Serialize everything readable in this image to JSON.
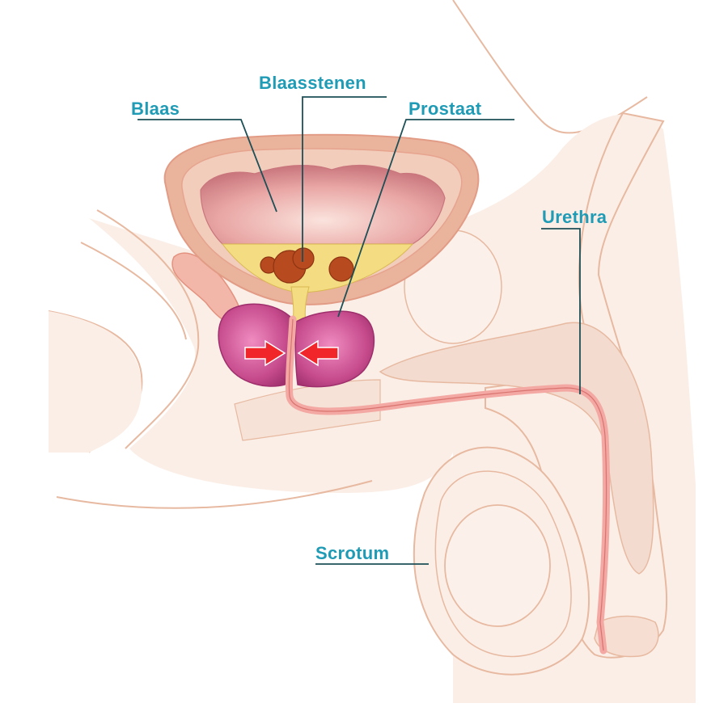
{
  "labels": {
    "bladder": "Blaas",
    "bladder_stones": "Blaasstenen",
    "prostate": "Prostaat",
    "urethra": "Urethra",
    "scrotum": "Scrotum"
  },
  "colors": {
    "label": "#1f9bb5",
    "leader_line": "#1d4f57",
    "skin_fill": "#fbeee6",
    "skin_outline": "#e7b9a1",
    "bladder_wall": "#eab39c",
    "bladder_inner": "#d9878a",
    "urine": "#f3dc82",
    "stones": "#b84a1f",
    "prostate": "#c64b8d",
    "urethra": "#f3a8a3",
    "arrow": "#f0262b"
  }
}
